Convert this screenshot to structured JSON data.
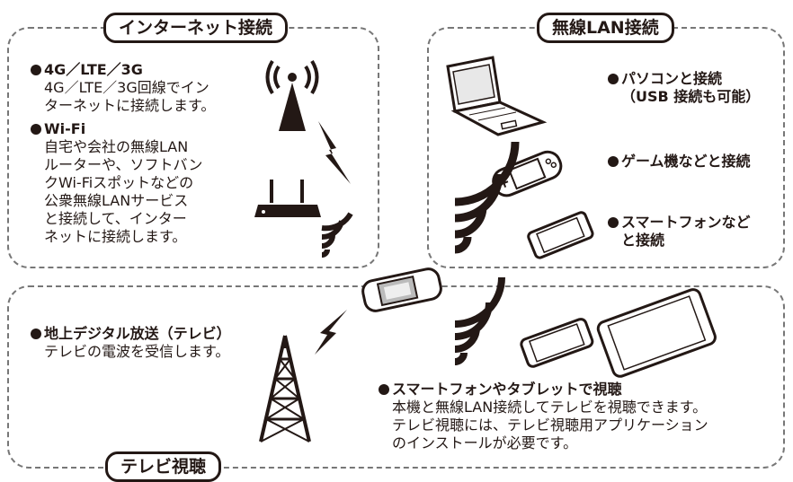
{
  "sections": {
    "internet": {
      "title": "インターネット接続",
      "items": [
        {
          "heading": "4G／LTE／3G",
          "lines": [
            "4G／LTE／3G回線でイン",
            "ターネットに接続します。"
          ]
        },
        {
          "heading": "Wi-Fi",
          "lines": [
            "自宅や会社の無線LAN",
            "ルーターや、ソフトバン",
            "クWi-Fiスポットなどの",
            "公衆無線LANサービス",
            "と接続して、インター",
            "ネットに接続します。"
          ]
        }
      ]
    },
    "wireless": {
      "title": "無線LAN接続",
      "items": [
        {
          "lines": [
            "パソコンと接続",
            "（USB 接続も可能）"
          ]
        },
        {
          "lines": [
            "ゲーム機などと接続"
          ]
        },
        {
          "lines": [
            "スマートフォンなど",
            "と接続"
          ]
        }
      ]
    },
    "tv": {
      "title": "テレビ視聴",
      "broadcast": {
        "heading": "地上デジタル放送（テレビ）",
        "lines": [
          "テレビの電波を受信します。"
        ]
      },
      "viewing": {
        "heading": "スマートフォンやタブレットで視聴",
        "lines": [
          "本機と無線LAN接続してテレビを視聴できます。",
          "テレビ視聴には、テレビ視聴用アプリケーション",
          "のインストールが必要です。"
        ]
      }
    }
  },
  "icons": [
    "cell-tower-icon",
    "lightning-icon",
    "wifi-router-icon",
    "signal-waves-icon",
    "laptop-icon",
    "game-console-icon",
    "smartphone-icon",
    "tablet-icon",
    "mobile-router-icon",
    "tv-tower-icon"
  ],
  "colors": {
    "ink": "#231815",
    "frame": "#777777"
  }
}
